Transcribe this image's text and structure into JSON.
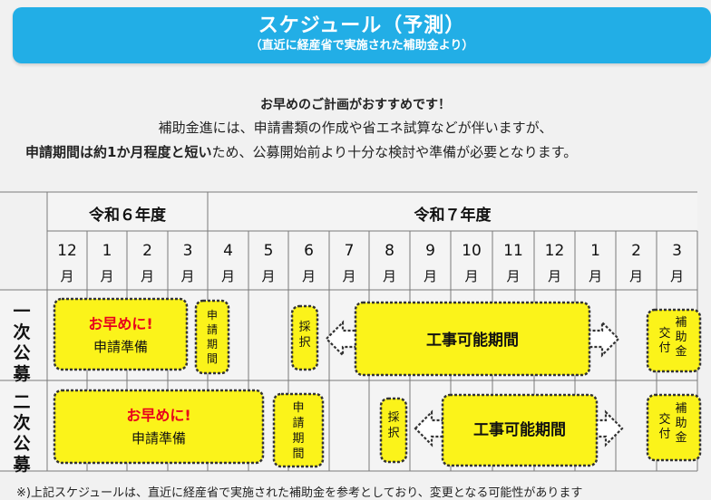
{
  "banner": {
    "title": "スケジュール（予測）",
    "subtitle": "（直近に経産省で実施された補助金より）"
  },
  "intro": {
    "headline": "お早めのご計画がおすすめです！",
    "line1": "補助金進には、申請書類の作成や省エネ試算などが伴いますが、",
    "line2_bold": "申請期間は約1か月程度と短い",
    "line2_rest": "ため、公募開始前より十分な検討や準備が必要となります。"
  },
  "schedule": {
    "years": [
      "令和６年度",
      "令和７年度"
    ],
    "month_suffix": "月",
    "months": [
      "12",
      "1",
      "2",
      "3",
      "4",
      "5",
      "6",
      "7",
      "8",
      "9",
      "10",
      "11",
      "12",
      "1",
      "2",
      "3"
    ],
    "rows": [
      {
        "label": "一次公募",
        "prep_title": "お早めに!",
        "prep_sub": "申請準備",
        "apply": "申請期間",
        "adopt": "採択",
        "construction": "工事可能期間",
        "grant": "補助金交付"
      },
      {
        "label": "二次公募",
        "prep_title": "お早めに!",
        "prep_sub": "申請準備",
        "apply": "申請期間",
        "adopt": "採択",
        "construction": "工事可能期間",
        "grant": "補助金交付"
      }
    ]
  },
  "note": "※)上記スケジュールは、直近に経産省で実施された補助金を参考としており、変更となる可能性があります",
  "colors": {
    "banner": "#22aee6",
    "box_fill": "#fbf31a",
    "accent_red": "#e8001c",
    "arrow_fill": "#ffffff"
  }
}
